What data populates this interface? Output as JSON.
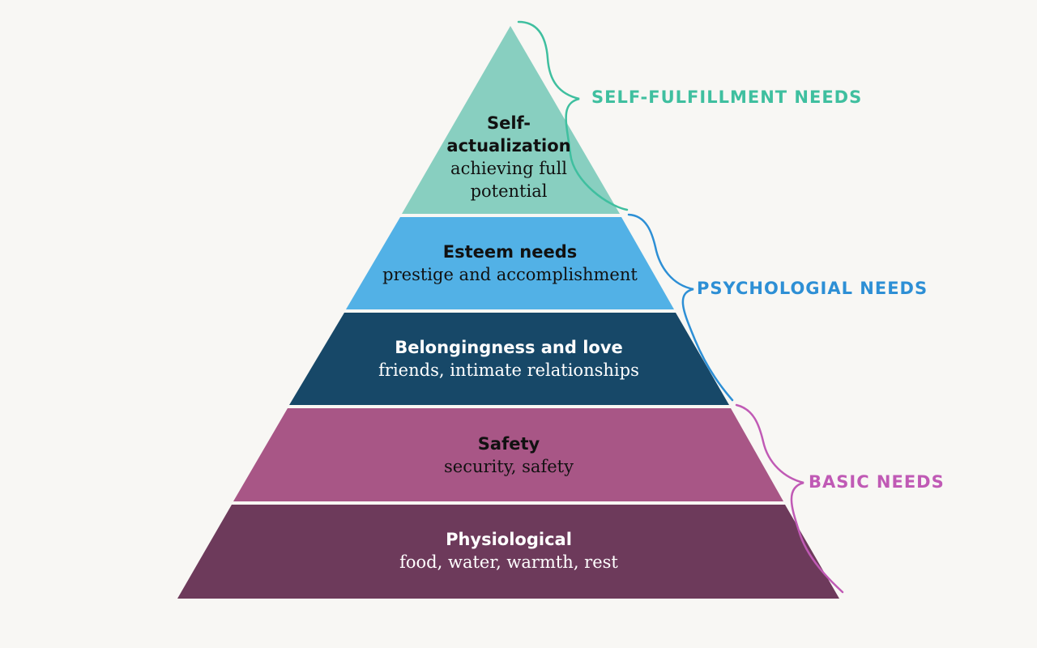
{
  "colors": {
    "background": "#f8f7f4",
    "tier_1": "#88cfc0",
    "tier_2": "#52b1e6",
    "tier_3": "#174868",
    "tier_4": "#a85686",
    "tier_5": "#6d3a5b",
    "self_fulfillment": "#3fbf9f",
    "psychological": "#2d8fd5",
    "basic": "#c05ab5"
  },
  "tiers": [
    {
      "title": "Self-\nactualization",
      "description": "achieving full potential",
      "text_color": "#111111"
    },
    {
      "title": "Esteem needs",
      "description": "prestige and accomplishment",
      "text_color": "#111111"
    },
    {
      "title": "Belongingness and love",
      "description": "friends, intimate relationships",
      "text_color": "#ffffff"
    },
    {
      "title": "Safety",
      "description": "security, safety",
      "text_color": "#111111"
    },
    {
      "title": "Physiological",
      "description": "food, water, warmth, rest",
      "text_color": "#ffffff"
    }
  ],
  "groups": {
    "self_fulfillment": "SELF-FULFILLMENT NEEDS",
    "psychological": "PSYCHOLOGIAL NEEDS",
    "basic": "BASIC NEEDS"
  }
}
